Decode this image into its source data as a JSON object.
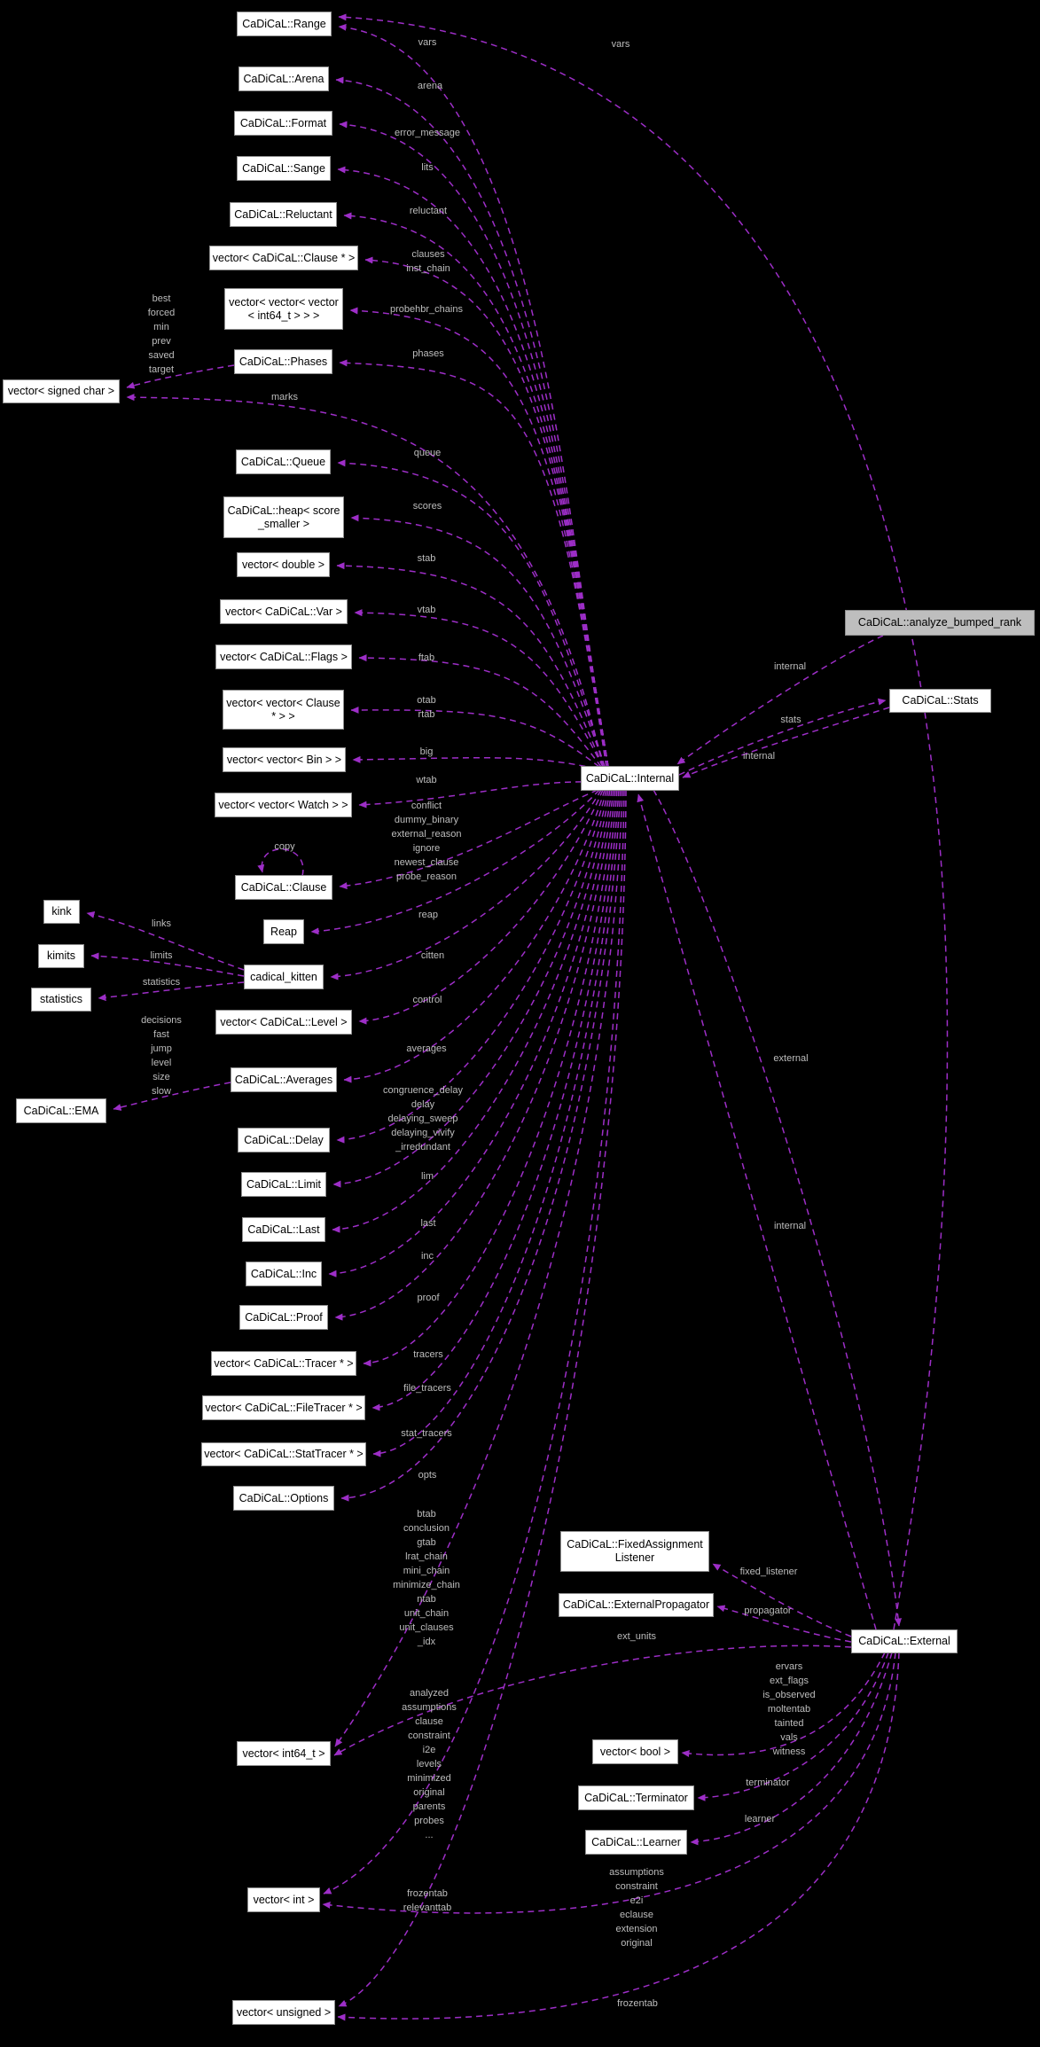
{
  "colors": {
    "background": "#000000",
    "edge": "#9d2ec7",
    "node_fill": "#ffffff",
    "node_border": "#8f8f8f",
    "highlight_fill": "#bebebe",
    "node_text": "#000000",
    "label_text": "#bdbdbd"
  },
  "nodes": {
    "range": {
      "label": "CaDiCaL::Range"
    },
    "arena": {
      "label": "CaDiCaL::Arena"
    },
    "format": {
      "label": "CaDiCaL::Format"
    },
    "sange": {
      "label": "CaDiCaL::Sange"
    },
    "reluctant": {
      "label": "CaDiCaL::Reluctant"
    },
    "vecClausePtr": {
      "label": "vector< CaDiCaL::Clause * >"
    },
    "vecVecVecInt64": {
      "label": "vector< vector< vector\n< int64_t > > >"
    },
    "phases": {
      "label": "CaDiCaL::Phases"
    },
    "vecSignedChar": {
      "label": "vector< signed char >"
    },
    "queue": {
      "label": "CaDiCaL::Queue"
    },
    "heapScore": {
      "label": "CaDiCaL::heap< score\n_smaller >"
    },
    "vecDouble": {
      "label": "vector< double >"
    },
    "vecVar": {
      "label": "vector< CaDiCaL::Var >"
    },
    "vecFlags": {
      "label": "vector< CaDiCaL::Flags >"
    },
    "vecVecClause": {
      "label": "vector< vector< Clause\n* > >"
    },
    "vecVecBin": {
      "label": "vector< vector< Bin > >"
    },
    "vecVecWatch": {
      "label": "vector< vector< Watch > >"
    },
    "clause": {
      "label": "CaDiCaL::Clause"
    },
    "reap": {
      "label": "Reap"
    },
    "kink": {
      "label": "kink"
    },
    "kimits": {
      "label": "kimits"
    },
    "statistics": {
      "label": "statistics"
    },
    "kitten": {
      "label": "cadical_kitten"
    },
    "vecLevel": {
      "label": "vector< CaDiCaL::Level >"
    },
    "averages": {
      "label": "CaDiCaL::Averages"
    },
    "ema": {
      "label": "CaDiCaL::EMA"
    },
    "delay": {
      "label": "CaDiCaL::Delay"
    },
    "limit": {
      "label": "CaDiCaL::Limit"
    },
    "last": {
      "label": "CaDiCaL::Last"
    },
    "inc": {
      "label": "CaDiCaL::Inc"
    },
    "proof": {
      "label": "CaDiCaL::Proof"
    },
    "vecTracer": {
      "label": "vector< CaDiCaL::Tracer * >"
    },
    "vecFileTracer": {
      "label": "vector< CaDiCaL::FileTracer * >"
    },
    "vecStatTracer": {
      "label": "vector< CaDiCaL::StatTracer * >"
    },
    "options": {
      "label": "CaDiCaL::Options"
    },
    "vecInt64": {
      "label": "vector< int64_t >"
    },
    "vecInt": {
      "label": "vector< int >"
    },
    "vecUnsigned": {
      "label": "vector< unsigned >"
    },
    "internal": {
      "label": "CaDiCaL::Internal"
    },
    "abr": {
      "label": "CaDiCaL::analyze_bumped_rank"
    },
    "stats": {
      "label": "CaDiCaL::Stats"
    },
    "fixedListener": {
      "label": "CaDiCaL::FixedAssignment\nListener"
    },
    "extProp": {
      "label": "CaDiCaL::ExternalPropagator"
    },
    "external": {
      "label": "CaDiCaL::External"
    },
    "vecBool": {
      "label": "vector< bool >"
    },
    "terminator": {
      "label": "CaDiCaL::Terminator"
    },
    "learner": {
      "label": "CaDiCaL::Learner"
    }
  },
  "edge_labels": {
    "vars1": "vars",
    "vars2": "vars",
    "arena_l": "arena",
    "error_message": "error_message",
    "lits": "lits",
    "reluctant_l": "reluctant",
    "clauses_block": "clauses\ninst_chain",
    "probehbr": "probehbr_chains",
    "phases_l": "phases",
    "best_block": "best\nforced\nmin\nprev\nsaved\ntarget",
    "marks": "marks",
    "queue_l": "queue",
    "scores": "scores",
    "stab": "stab",
    "vtab": "vtab",
    "ftab": "ftab",
    "otab_block": "otab\nrtab",
    "big": "big",
    "wtab": "wtab",
    "conflict_block": "conflict\ndummy_binary\nexternal_reason\nignore\nnewest_clause\nprobe_reason",
    "copy": "copy",
    "reap_l": "reap",
    "citten": "citten",
    "links": "links",
    "limits": "limits",
    "statistics_l": "statistics",
    "control": "control",
    "decisions_block": "decisions\nfast\njump\nlevel\nsize\nslow",
    "averages_l": "averages",
    "congruence_block": "congruence_delay\ndelay\ndelaying_sweep\ndelaying_vivify\n_irredundant",
    "lim": "lim",
    "last_l": "last",
    "inc_l": "inc",
    "proof_l": "proof",
    "tracers": "tracers",
    "file_tracers": "file_tracers",
    "stat_tracers": "stat_tracers",
    "opts": "opts",
    "btab_block": "btab\nconclusion\ngtab\nlrat_chain\nmini_chain\nminimize_chain\nntab\nunit_chain\nunit_clauses\n_idx",
    "analyzed_block": "analyzed\nassumptions\nclause\nconstraint\ni2e\nlevels\nminimized\noriginal\nparents\nprobes\n...",
    "frozen_rel_block": "frozentab\nrelevanttab",
    "ext_units": "ext_units",
    "ervars_block": "ervars\next_flags\nis_observed\nmoltentab\ntainted\nvals\nwitness",
    "terminator_l": "terminator",
    "learner_l": "learner",
    "assumptions_block": "assumptions\nconstraint\ne2i\neclause\nextension\noriginal",
    "frozentab2": "frozentab",
    "fixed_listener": "fixed_listener",
    "propagator": "propagator",
    "internal1": "internal",
    "stats_lbl": "stats",
    "internal2": "internal",
    "external_lbl": "external",
    "internal3": "internal"
  }
}
